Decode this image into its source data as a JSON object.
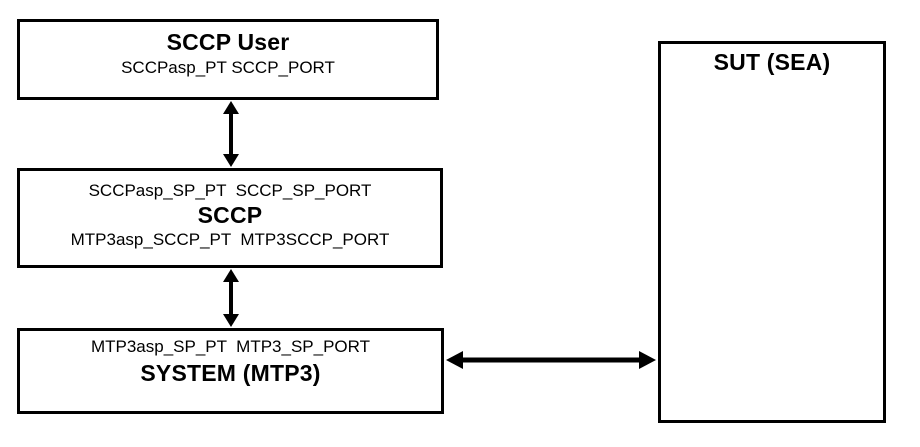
{
  "diagram": {
    "sccp_user_box": {
      "title": "SCCP User",
      "ports": "SCCPasp_PT SCCP_PORT"
    },
    "sccp_box": {
      "upper_ports": "SCCPasp_SP_PT  SCCP_SP_PORT",
      "title": "SCCP",
      "lower_ports": "MTP3asp_SCCP_PT  MTP3SCCP_PORT"
    },
    "system_mtp3_box": {
      "upper_ports": "MTP3asp_SP_PT  MTP3_SP_PORT",
      "title": "SYSTEM (MTP3)"
    },
    "sut_box": {
      "title": "SUT (SEA)"
    },
    "colors": {
      "line": "#000000",
      "background": "#ffffff"
    }
  }
}
